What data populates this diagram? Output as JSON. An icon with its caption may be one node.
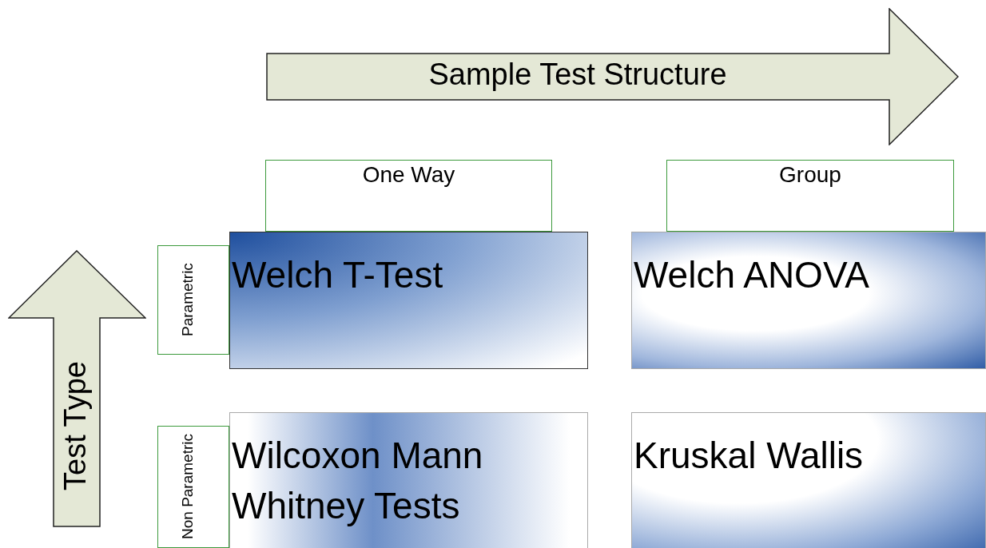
{
  "diagram": {
    "nodes": [
      {
        "text": [
          "Sample Test Structure"
        ]
      },
      {
        "text": [
          "One Way"
        ]
      },
      {
        "text": [
          "Group"
        ]
      },
      {
        "text": [
          "Test Type"
        ]
      },
      {
        "text": [
          "Parametric"
        ]
      },
      {
        "text": [
          "Welch T-Test"
        ]
      },
      {
        "text": [
          "Welch ANOVA"
        ]
      },
      {
        "text": [
          "Non Parametric"
        ]
      },
      {
        "text": [
          "Wilcoxon Mann Whitney Tests"
        ]
      },
      {
        "text": [
          "Kruskal Wallis"
        ]
      }
    ]
  }
}
